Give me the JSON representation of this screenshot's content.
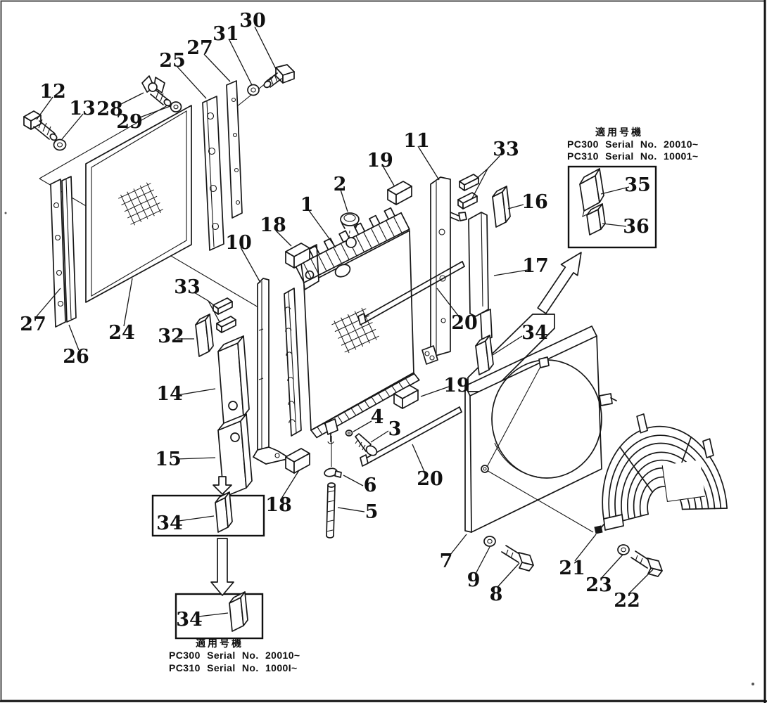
{
  "document_type": "exploded-parts-diagram",
  "colors": {
    "ink": "#161616",
    "paper": "#ffffff"
  },
  "callouts": {
    "c1": "1",
    "c2": "2",
    "c3": "3",
    "c4": "4",
    "c5": "5",
    "c6": "6",
    "c7": "7",
    "c8": "8",
    "c9": "9",
    "c10": "10",
    "c11": "11",
    "c12": "12",
    "c13": "13",
    "c14": "14",
    "c15": "15",
    "c16": "16",
    "c17": "17",
    "c18": "18",
    "c18b": "18",
    "c19": "19",
    "c19b": "19",
    "c20": "20",
    "c20b": "20",
    "c21": "21",
    "c22": "22",
    "c23": "23",
    "c24": "24",
    "c25": "25",
    "c26": "26",
    "c27": "27",
    "c27b": "27",
    "c28": "28",
    "c29": "29",
    "c30": "30",
    "c31": "31",
    "c32": "32",
    "c33": "33",
    "c33b": "33",
    "c34": "34",
    "c34b": "34",
    "c34c": "34",
    "c35": "35",
    "c36": "36"
  },
  "notes": {
    "top_right": {
      "title": "適用号機",
      "lines": [
        "PC300 Serial No. 20010~",
        "PC310 Serial No. 10001~"
      ]
    },
    "bottom": {
      "title": "適用号機",
      "lines": [
        "PC300 Serial No. 20010~",
        "PC310 Serial No. 1000I~"
      ]
    }
  }
}
